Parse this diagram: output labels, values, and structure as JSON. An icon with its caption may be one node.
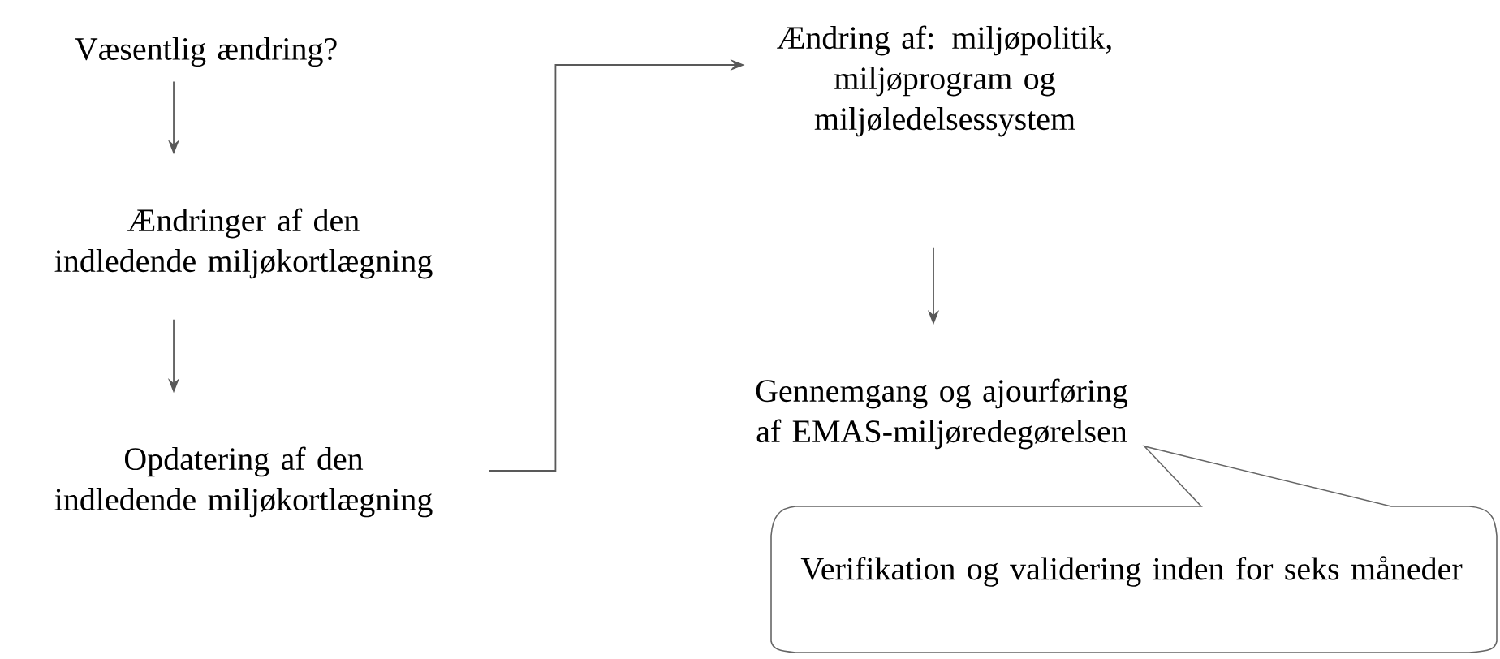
{
  "diagram": {
    "nodes": [
      {
        "text": [
          "Væsentlig ændring?"
        ]
      },
      {
        "text": [
          "Ændringer af den indledende miljøkortlægning"
        ]
      },
      {
        "text": [
          "Opdatering af den indledende miljøkortlægning"
        ]
      },
      {
        "text": [
          "Ændring af: miljøpolitik, miljøprogram og miljøledelsessystem"
        ]
      },
      {
        "text": [
          "Gennemgang og ajourføring af EMAS-miljøredegørelsen"
        ]
      },
      {
        "text": [
          "Verifikation og validering inden for seks måneder"
        ]
      }
    ],
    "edges": [
      {
        "from": 0,
        "to": 1,
        "arrow": "to"
      },
      {
        "from": 1,
        "to": 2,
        "arrow": "to"
      },
      {
        "from": 2,
        "to": 3,
        "arrow": "to"
      },
      {
        "from": 3,
        "to": 4,
        "arrow": "to"
      }
    ]
  }
}
